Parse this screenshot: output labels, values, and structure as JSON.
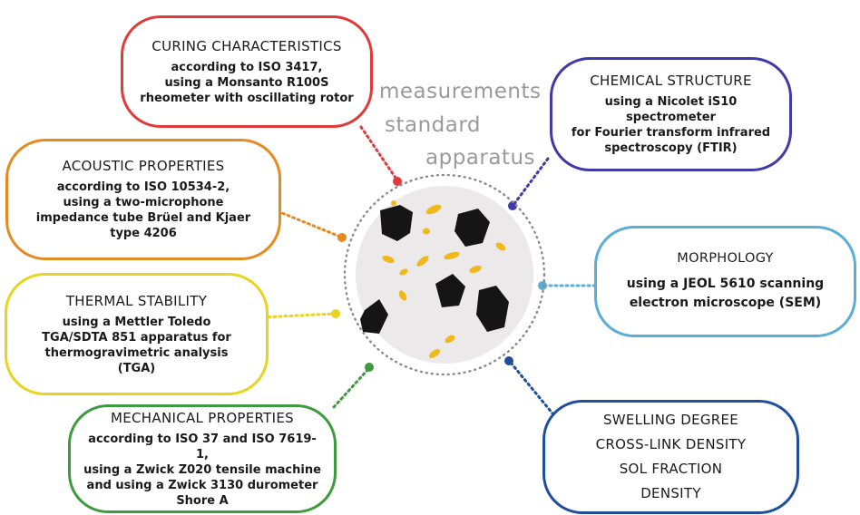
{
  "captions": {
    "line1": "measurements",
    "line2": "standard",
    "line3": "apparatus"
  },
  "boxes": {
    "curing": {
      "title": "CURING CHARACTERISTICS",
      "lines": [
        "according to ISO 3417,",
        "using a Monsanto R100S",
        "rheometer with oscillating rotor"
      ],
      "color": "#e03a3a"
    },
    "chemical": {
      "title": "CHEMICAL STRUCTURE",
      "lines": [
        "using a Nicolet iS10 spectrometer",
        "for Fourier transform infrared",
        "spectroscopy (FTIR)"
      ],
      "color": "#3e3aa6"
    },
    "acoustic": {
      "title": "ACOUSTIC PROPERTIES",
      "lines": [
        "according to ISO 10534-2,",
        "using a two-microphone",
        "impedance tube Brüel and Kjaer",
        "type 4206"
      ],
      "color": "#e58a1f"
    },
    "morphology": {
      "title": "MORPHOLOGY",
      "lines": [
        "using a JEOL 5610 scanning",
        "electron microscope (SEM)"
      ],
      "color": "#5aaed6"
    },
    "thermal": {
      "title": "THERMAL STABILITY",
      "lines": [
        "using a Mettler Toledo",
        "TGA/SDTA 851 apparatus for",
        "thermogravimetric analysis",
        "(TGA)"
      ],
      "color": "#e8d41f"
    },
    "mechanical": {
      "title": "MECHANICAL PROPERTIES",
      "lines": [
        "according to ISO 37 and ISO 7619-1,",
        "using a Zwick Z020 tensile machine",
        "and using a Zwick 3130 durometer",
        "Shore A"
      ],
      "color": "#3e9a3e"
    },
    "swelling": {
      "items": [
        "SWELLING DEGREE",
        "CROSS-LINK DENSITY",
        "SOL FRACTION",
        "DENSITY"
      ],
      "color": "#1f4e9c"
    }
  },
  "colors": {
    "circle_fill": "#ece9ea",
    "circle_dots": "#8a8a8a",
    "black_particles": "#151515",
    "yellow_particles": "#f0b81c",
    "caption_text": "#9a9a9a"
  }
}
